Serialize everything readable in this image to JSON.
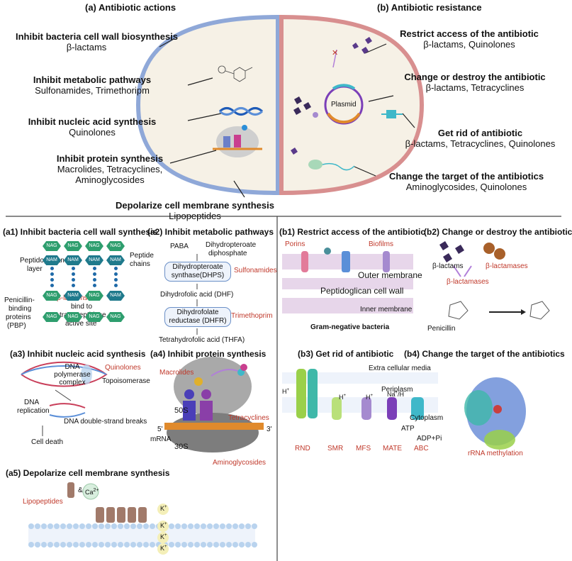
{
  "top": {
    "a_title": "(a)  Antibiotic actions",
    "b_title": "(b)  Antibiotic resistance",
    "actions": [
      {
        "title": "Inhibit bacteria cell wall biosynthesis",
        "drugs": "β-lactams"
      },
      {
        "title": "Inhibit metabolic pathways",
        "drugs": "Sulfonamides, Trimethoripm"
      },
      {
        "title": "Inhibit nucleic acid synthesis",
        "drugs": "Quinolones"
      },
      {
        "title": "Inhibit protein synthesis",
        "drugs": "Macrolides, Tetracyclines,",
        "drugs2": "Aminoglycosides"
      },
      {
        "title": "Depolarize cell membrane synthesis",
        "drugs": "Lipopeptides"
      }
    ],
    "resistance": [
      {
        "title": "Restrict access of the antibiotic",
        "drugs": "β-lactams, Quinolones"
      },
      {
        "title": "Change or destroy the antibiotic",
        "drugs": "β-lactams, Tetracyclines"
      },
      {
        "title": "Get rid of antibiotic",
        "drugs": "β-lactams, Tetracyclines, Quinolones"
      },
      {
        "title": "Change the target of the antibiotics",
        "drugs": "Aminoglycosides, Quinolones"
      }
    ],
    "plasmid": "Plasmid"
  },
  "a1": {
    "title": "(a1)  Inhibit bacteria cell wall synthesis",
    "peptidoglycan": "Peptidoglycan",
    "layer": "layer",
    "peptide": "Peptide",
    "chains": "chains",
    "nag": "NAG",
    "nam": "NAM",
    "pbp1": "Penicillin-",
    "pbp2": "binding",
    "pbp3": "proteins",
    "pbp4": "(PBP)",
    "blactams": "β-lactams",
    "bind1": "bind to",
    "bind2": "transpeptidase",
    "bind3": "active site"
  },
  "a2": {
    "title": "(a2)  Inhibit metabolic pathways",
    "paba": "PABA",
    "dhpd1": "Dihydropteroate",
    "dhpd2": "diphosphate",
    "dhps1": "Dihydropteroate",
    "dhps2": "synthase(DHPS)",
    "sulfonamides": "Sulfonamides",
    "dhf": "Dihydrofolic acid (DHF)",
    "dhfr1": "Dihydrofolate",
    "dhfr2": "reductase (DHFR)",
    "trimethoprim": "Trimethoprim",
    "thfa": "Tetrahydrofolic acid (THFA)"
  },
  "a3": {
    "title": "(a3)  Inhibit nucleic acid synthesis",
    "dna1": "DNA",
    "dna2": "polymerase",
    "dna3": "complex",
    "quinolones": "Quinolones",
    "topo": "Topoisomerase",
    "rep1": "DNA",
    "rep2": "replication",
    "breaks": "DNA double-strand breaks",
    "death": "Cell death"
  },
  "a4": {
    "title": "(a4)  Inhibit protein synthesis",
    "macrolides": "Macrolides",
    "s50": "50S",
    "tetracyclines": "Tetracyclines",
    "five": "5'",
    "three": "3'",
    "mrna": "mRNA",
    "s30": "30S",
    "aminoglycosides": "Aminoglycosides"
  },
  "a5": {
    "title": "(a5)  Depolarize cell membrane synthesis",
    "amp": "&",
    "ca": "Ca",
    "ca_sup": "2+",
    "lipopeptides": "Lipopeptides",
    "k": "K",
    "k_sup": "+"
  },
  "b1": {
    "title": "(b1)  Restrict access of the antibiotic",
    "porins": "Porins",
    "biofilms": "Biofilms",
    "outer": "Outer membrane",
    "pg_wall": "Peptidoglican cell wall",
    "inner": "Inner membrane",
    "gram": "Gram-negative bacteria"
  },
  "b2": {
    "title": "(b2)  Change or destroy the antibiotic",
    "blactams": "β-lactams",
    "blactamases": "β-lactamases",
    "blactamases2": "β-lactamases",
    "penicillin": "Penicillin"
  },
  "b3": {
    "title": "(b3)  Get rid of antibiotic",
    "extra": "Extra cellular media",
    "periplasm": "Periplasm",
    "cytoplasm": "Cytoplasm",
    "h": "H",
    "h_sup": "+",
    "na": "Na",
    "na_sup": "+",
    "na_rest": "/H",
    "atp": "ATP",
    "adp": "ADP+Pi",
    "pumps": [
      "RND",
      "SMR",
      "MFS",
      "MATE",
      "ABC"
    ]
  },
  "b4": {
    "title": "(b4)  Change the target of the antibiotics",
    "rrna": "rRNA methylation"
  },
  "colors": {
    "membrane_blue": "#8fa8d8",
    "membrane_red": "#d88f8f",
    "cytoplasm": "#f6f1e6",
    "red_label": "#c0392b",
    "nag_green": "#2e9e6e",
    "lipid_blue": "#b9d3ee"
  }
}
